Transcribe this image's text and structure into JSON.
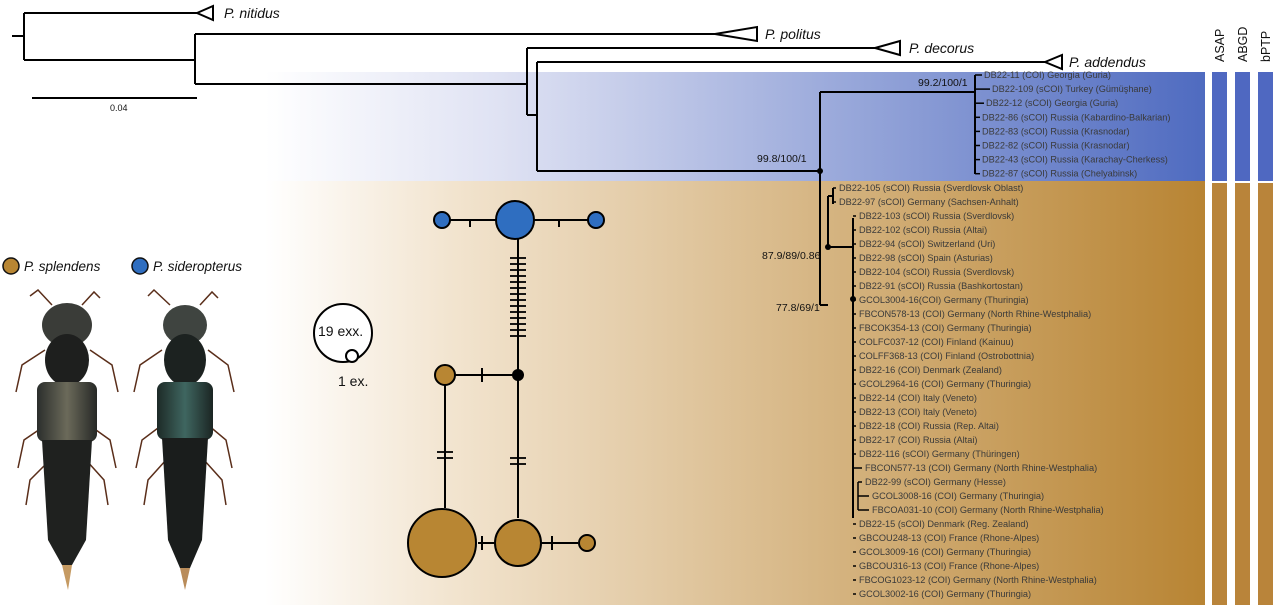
{
  "clades": {
    "nitidus": "P. nitidus",
    "politus": "P. politus",
    "decorus": "P. decorus",
    "addendus": "P. addendus"
  },
  "scale_label": "0.04",
  "columns": [
    "ASAP",
    "ABGD",
    "bPTP"
  ],
  "supports": {
    "s1": "99.2/100/1",
    "s2": "99.8/100/1",
    "s3": "87.9/89/0.86",
    "s4": "77.8/69/1"
  },
  "blue_tips": [
    "DB22-11 (COI) Georgia (Guria)",
    "DB22-109 (sCOI) Turkey (Gümüşhane)",
    "DB22-12 (sCOI) Georgia (Guria)",
    "DB22-86 (sCOI) Russia (Kabardino-Balkarian)",
    "DB22-83 (sCOI) Russia (Krasnodar)",
    "DB22-82 (sCOI) Russia (Krasnodar)",
    "DB22-43 (sCOI) Russia (Karachay-Cherkess)",
    "DB22-87 (sCOI) Russia (Chelyabinsk)"
  ],
  "gold_tips": [
    "DB22-105 (sCOI) Russia (Sverdlovsk Oblast)",
    "DB22-97 (sCOI) Germany (Sachsen-Anhalt)",
    "DB22-103 (sCOI) Russia (Sverdlovsk)",
    "DB22-102 (sCOI) Russia (Altai)",
    "DB22-94 (sCOI) Switzerland (Uri)",
    "DB22-98 (sCOI) Spain (Asturias)",
    "DB22-104 (sCOI) Russia (Sverdlovsk)",
    "DB22-91 (sCOI) Russia (Bashkortostan)",
    "GCOL3004-16(COI) Germany (Thuringia)",
    "FBCON578-13 (COI) Germany (North Rhine-Westphalia)",
    "FBCOK354-13 (COI) Germany (Thuringia)",
    "COLFC037-12 (COI) Finland (Kainuu)",
    "COLFF368-13 (COI) Finland (Ostrobottnia)",
    "DB22-16 (COI) Denmark (Zealand)",
    "GCOL2964-16 (COI) Germany (Thuringia)",
    "DB22-14 (COI) Italy (Veneto)",
    "DB22-13 (COI) Italy (Veneto)",
    "DB22-18 (COI) Russia (Rep. Altai)",
    "DB22-17 (COI) Russia (Altai)",
    "DB22-116 (sCOI) Germany (Thüringen)",
    "FBCON577-13 (COI) Germany (North Rhine-Westphalia)",
    "DB22-99 (sCOI) Germany (Hesse)",
    "GCOL3008-16 (COI) Germany (Thuringia)",
    "FBCOA031-10 (COI) Germany (North Rhine-Westphalia)",
    "DB22-15 (sCOI) Denmark (Reg. Zealand)",
    "GBCOU248-13 (COI) France (Rhone-Alpes)",
    "GCOL3009-16 (COI) Germany (Thuringia)",
    "GBCOU316-13 (COI) France (Rhone-Alpes)",
    "FBCOG1023-12 (COI) Germany (North Rhine-Westphalia)",
    "GCOL3002-16 (COI) Germany (Thuringia)"
  ],
  "legend": {
    "splendens": "P. splendens",
    "sideropterus": "P. sideropterus"
  },
  "network_legend": {
    "big": "19 exx.",
    "small": "1 ex."
  },
  "colors": {
    "blue": "#2f6ec0",
    "gold": "#b88633",
    "blue_band": "#5a73c2",
    "gold_band": "#b9843a"
  }
}
